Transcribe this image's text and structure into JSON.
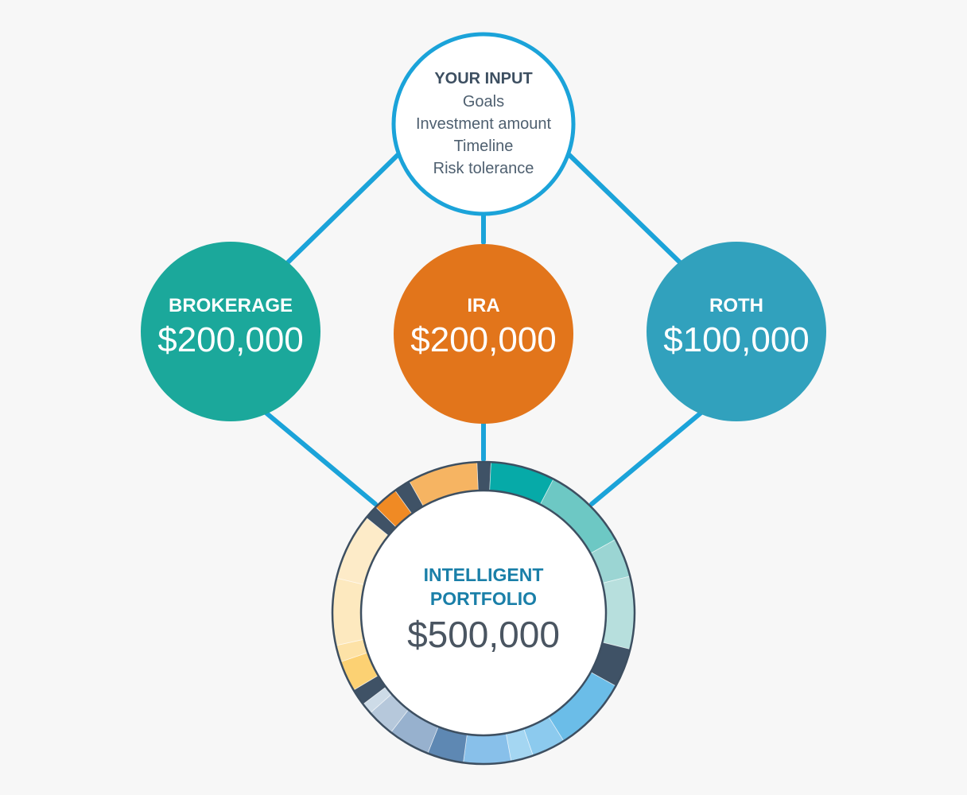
{
  "input": {
    "title": "YOUR INPUT",
    "lines": [
      "Goals",
      "Investment amount",
      "Timeline",
      "Risk tolerance"
    ]
  },
  "accounts": [
    {
      "name": "BROKERAGE",
      "amount": "$200,000",
      "color": "#1ba89b"
    },
    {
      "name": "IRA",
      "amount": "$200,000",
      "color": "#e2751b"
    },
    {
      "name": "ROTH",
      "amount": "$100,000",
      "color": "#31a1bd"
    }
  ],
  "portfolio": {
    "title_line1": "INTELLIGENT",
    "title_line2": "PORTFOLIO",
    "amount": "$500,000"
  },
  "colors": {
    "connector": "#1ba3d9",
    "input_ring": "#1ba3d9",
    "ring_outline": "#3d4f61",
    "portfolio_title": "#1a7fa8",
    "background": "#f7f7f7"
  },
  "ring_segments": [
    {
      "deg": 5,
      "color": "#3f5266"
    },
    {
      "deg": 23,
      "color": "#06aaa8"
    },
    {
      "deg": 31,
      "color": "#6dc8c4"
    },
    {
      "deg": 14,
      "color": "#9bd5d3"
    },
    {
      "deg": 26,
      "color": "#b7dfdd"
    },
    {
      "deg": 14,
      "color": "#3f5266"
    },
    {
      "deg": 27,
      "color": "#6bbde8"
    },
    {
      "deg": 12,
      "color": "#8ccaee"
    },
    {
      "deg": 8,
      "color": "#a4d6f2"
    },
    {
      "deg": 17,
      "color": "#88c0ea"
    },
    {
      "deg": 13,
      "color": "#5e88b3"
    },
    {
      "deg": 15,
      "color": "#97b1ce"
    },
    {
      "deg": 10,
      "color": "#b6c8db"
    },
    {
      "deg": 4,
      "color": "#cddbe7"
    },
    {
      "deg": 6,
      "color": "#3f5266"
    },
    {
      "deg": 11,
      "color": "#fcd173"
    },
    {
      "deg": 6,
      "color": "#fde2a7"
    },
    {
      "deg": 24,
      "color": "#fde9bf"
    },
    {
      "deg": 24,
      "color": "#fdebc8"
    },
    {
      "deg": 5,
      "color": "#3f5266"
    },
    {
      "deg": 9,
      "color": "#f08a24"
    },
    {
      "deg": 6,
      "color": "#3f5266"
    },
    {
      "deg": 25,
      "color": "#f6b462"
    }
  ]
}
